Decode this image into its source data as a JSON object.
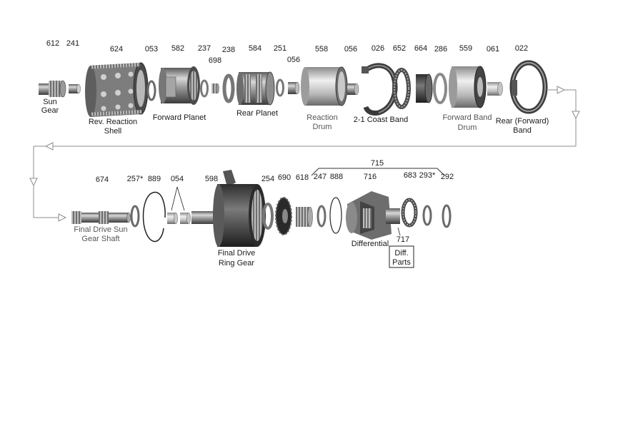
{
  "parts_row1": {
    "n612": "612",
    "n241": "241",
    "n624": "624",
    "n053": "053",
    "n582": "582",
    "n237": "237",
    "n698": "698",
    "n238": "238",
    "n584": "584",
    "n251": "251",
    "n056a": "056",
    "n558": "558",
    "n056b": "056",
    "n026": "026",
    "n652": "652",
    "n664": "664",
    "n286": "286",
    "n559": "559",
    "n061": "061",
    "n022": "022"
  },
  "captions_row1": {
    "sun_gear_1": "Sun",
    "sun_gear_2": "Gear",
    "rev_shell_1": "Rev. Reaction",
    "rev_shell_2": "Shell",
    "forward_planet": "Forward  Planet",
    "rear_planet": "Rear Planet",
    "reaction_drum_1": "Reaction",
    "reaction_drum_2": "Drum",
    "coast_band": "2-1 Coast Band",
    "fwd_band_drum_1": "Forward  Band",
    "fwd_band_drum_2": "Drum",
    "rear_band_1": "Rear  (Forward)",
    "rear_band_2": "Band"
  },
  "parts_row2": {
    "n674": "674",
    "n257": "257*",
    "n889": "889",
    "n054": "054",
    "n598": "598",
    "n254": "254",
    "n690": "690",
    "n618": "618",
    "n247": "247",
    "n888": "888",
    "n716": "716",
    "n683": "683",
    "n293": "293*",
    "n292": "292",
    "n715": "715",
    "n717": "717"
  },
  "captions_row2": {
    "fd_shaft_1": "Final Drive Sun",
    "fd_shaft_2": "Gear  Shaft",
    "fd_ring_1": "Final Drive",
    "fd_ring_2": "Ring Gear",
    "differential": "Differential",
    "diff_parts_1": "Diff.",
    "diff_parts_2": "Parts"
  }
}
